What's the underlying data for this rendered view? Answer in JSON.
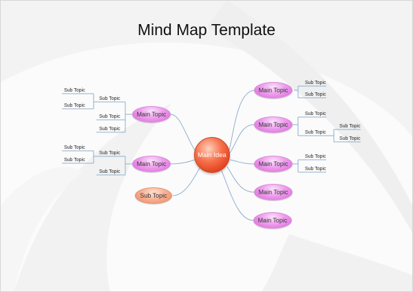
{
  "title": "Mind Map Template",
  "center": "Main Idea",
  "left_branches": [
    {
      "label": "Main Topic",
      "subtopics": [
        "Sub Topic",
        "Sub Topic",
        "Sub Topic"
      ],
      "leaves": [
        "Sub Topic",
        "Sub Topic"
      ]
    },
    {
      "label": "Main Topic",
      "subtopics": [
        "Sub Topic",
        "Sub Topic"
      ],
      "leaves": [
        "Sub Topic",
        "Sub Topic"
      ]
    }
  ],
  "floating_subtopic": "Sub Topic",
  "right_branches": [
    {
      "label": "Main Topic",
      "subtopics": [
        "Sub Topic",
        "Sub Topic"
      ]
    },
    {
      "label": "Main Topic",
      "subtopics": [
        "Sub Topic",
        "Sub Topic"
      ],
      "leaves": [
        "Sub Topic",
        "Sub Topic"
      ]
    },
    {
      "label": "Main Topic",
      "subtopics": [
        "Sub Topic",
        "Sub Topic"
      ]
    },
    {
      "label": "Main Topic"
    },
    {
      "label": "Main Topic"
    }
  ],
  "colors": {
    "main_topic": "#ee9ded",
    "main_idea": "#f05a33",
    "orange_subtopic": "#f7ad8f",
    "connector": "#8faecc"
  }
}
